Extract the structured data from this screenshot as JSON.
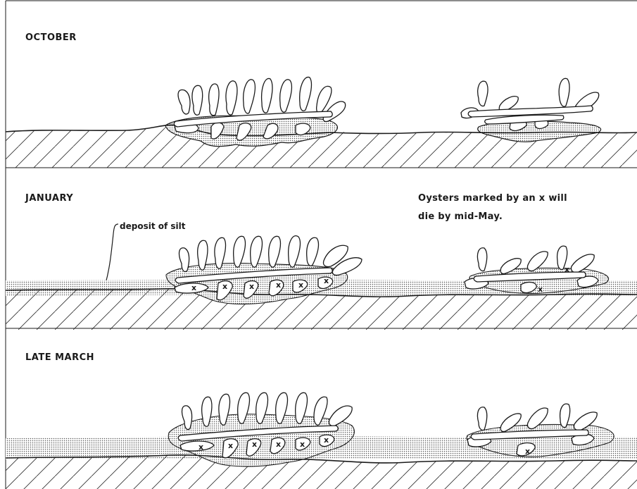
{
  "panels": [
    {
      "id": "october",
      "title": "OCTOBER"
    },
    {
      "id": "january",
      "title": "JANUARY"
    },
    {
      "id": "late-march",
      "title": "LATE MARCH"
    }
  ],
  "note": {
    "line1": "Oysters marked by an x will",
    "line2": "die by mid-May."
  },
  "silt_label": "deposit of silt",
  "x_mark": "x"
}
